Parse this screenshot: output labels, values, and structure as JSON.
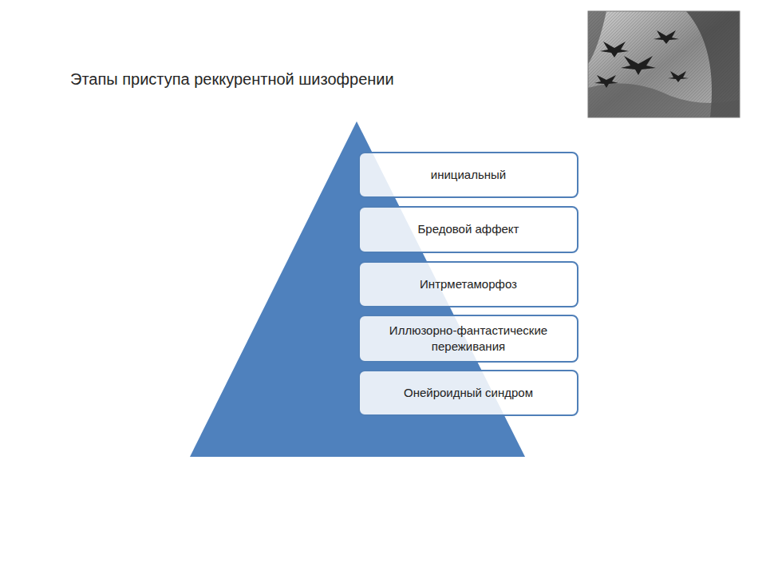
{
  "diagram": {
    "title": "Этапы приступа реккурентной шизофрении",
    "nodes": [
      {
        "text": [
          "инициальный"
        ]
      },
      {
        "text": [
          "Бредовой аффект"
        ]
      },
      {
        "text": [
          "Интрметаморфоз"
        ]
      },
      {
        "text": [
          "Иллюзорно-фантастические переживания"
        ]
      },
      {
        "text": [
          "Онейроидный синдром"
        ]
      }
    ]
  }
}
